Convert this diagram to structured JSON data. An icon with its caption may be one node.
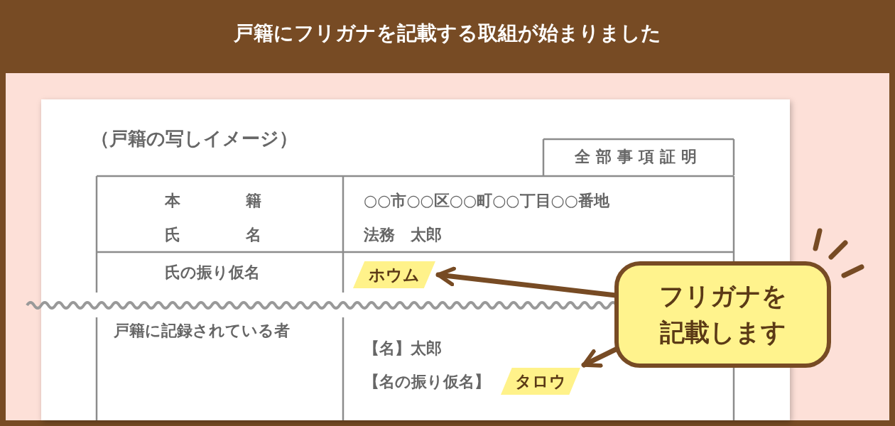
{
  "diagram": {
    "title": "戸籍にフリガナを記載する取組が始まりました",
    "nodes": [
      {
        "text": [
          "ホウム"
        ]
      },
      {
        "text": [
          "フリガナを記載します"
        ]
      },
      {
        "text": [
          "タロウ"
        ]
      }
    ],
    "edges": [
      {
        "from": 1,
        "to": 0,
        "arrow": "to"
      },
      {
        "from": 1,
        "to": 2,
        "arrow": "to"
      }
    ],
    "labels": [
      "（戸籍の写しイメージ）",
      "全部事項証明",
      "本籍",
      "○○市○○区○○町○○丁目○○番地",
      "氏名",
      "法務　太郎",
      "氏の振り仮名",
      "戸籍に記録されている者",
      "【名】太郎",
      "【名の振り仮名】"
    ]
  }
}
